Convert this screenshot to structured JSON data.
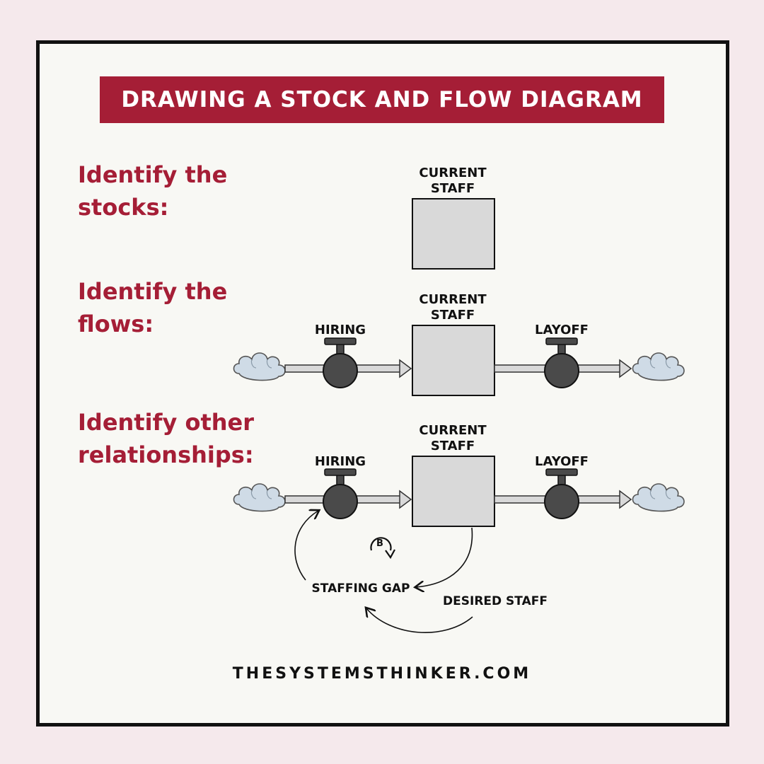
{
  "title": "DRAWING A STOCK AND FLOW DIAGRAM",
  "steps": [
    {
      "label": "Identify the\nstocks:"
    },
    {
      "label": "Identify the\nflows:"
    },
    {
      "label": "Identify other\nrelationships:"
    }
  ],
  "diagram": {
    "stock_label_line1": "CURRENT",
    "stock_label_line2": "STAFF",
    "inflow_label": "HIRING",
    "outflow_label": "LAYOFF",
    "loop_label": "B",
    "gap_label": "STAFFING GAP",
    "desired_label": "DESIRED STAFF"
  },
  "footer": "THESYSTEMSTHINKER.COM",
  "colors": {
    "accent": "#a51e36",
    "stock_fill": "#d9d9d9",
    "cloud_fill": "#cfdbe6",
    "valve_fill": "#4a4a4a",
    "background": "#f5e9ec",
    "card": "#f8f8f4"
  }
}
